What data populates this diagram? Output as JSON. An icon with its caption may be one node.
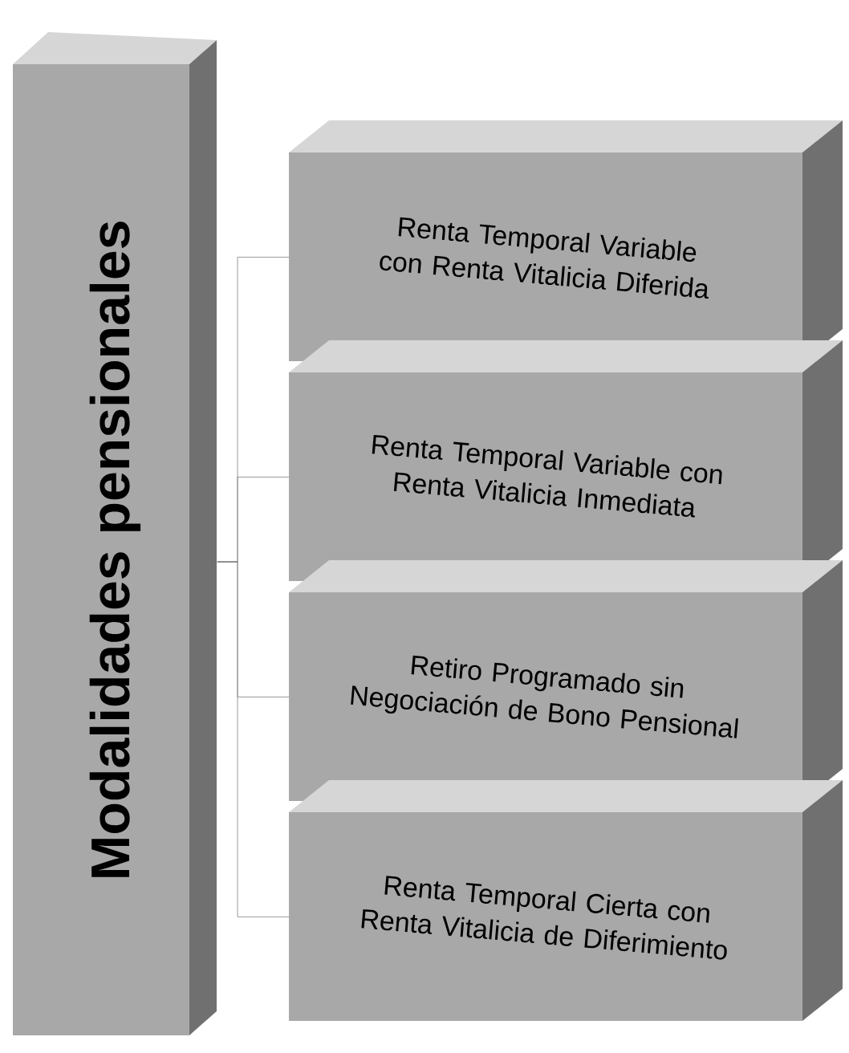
{
  "diagram": {
    "nodes": [
      {
        "text": [
          "Modalidades pensionales"
        ]
      },
      {
        "text": [
          "Renta Temporal Variable con Renta Vitalicia Diferida"
        ]
      },
      {
        "text": [
          "Renta Temporal Variable con Renta Vitalicia Inmediata"
        ]
      },
      {
        "text": [
          "Retiro Programado sin Negociación de Bono Pensional"
        ]
      },
      {
        "text": [
          "Renta Temporal Cierta con Renta Vitalicia de Diferimiento"
        ]
      }
    ],
    "edges": [
      {
        "from": 0,
        "to": 1,
        "arrow": "none"
      },
      {
        "from": 0,
        "to": 2,
        "arrow": "none"
      },
      {
        "from": 0,
        "to": 3,
        "arrow": "none"
      },
      {
        "from": 0,
        "to": 4,
        "arrow": "none"
      }
    ]
  }
}
